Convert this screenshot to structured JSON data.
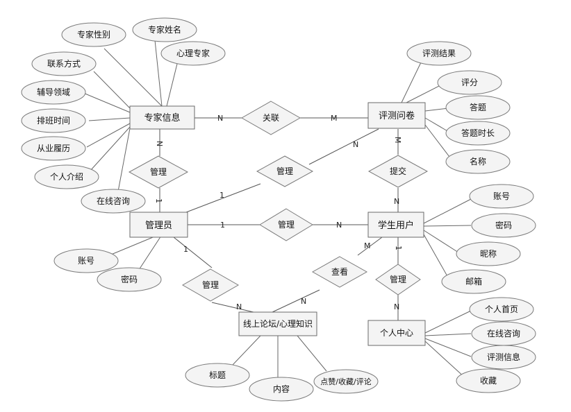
{
  "entities": {
    "expert": "专家信息",
    "admin": "管理员",
    "questionnaire": "评测问卷",
    "student": "学生用户",
    "forum": "线上论坛/心理知识",
    "personal_center": "个人中心"
  },
  "relationships": {
    "associate": "关联",
    "manage_expert": "管理",
    "manage_questionnaire": "管理",
    "manage_student": "管理",
    "manage_forum": "管理",
    "submit": "提交",
    "view": "查看",
    "manage_center": "管理"
  },
  "attributes": {
    "expert": [
      "专家性别",
      "专家姓名",
      "心理专家",
      "联系方式",
      "辅导领域",
      "排班时间",
      "从业履历",
      "个人介绍",
      "在线咨询"
    ],
    "admin": [
      "账号",
      "密码"
    ],
    "questionnaire": [
      "评测结果",
      "评分",
      "答题",
      "答题时长",
      "名称"
    ],
    "student": [
      "账号",
      "密码",
      "昵称",
      "邮箱"
    ],
    "forum": [
      "标题",
      "内容",
      "点赞/收藏/评论"
    ],
    "personal_center": [
      "个人首页",
      "在线咨询",
      "评测信息",
      "收藏"
    ]
  },
  "cardinalities": {
    "expert_associate": "N",
    "associate_questionnaire": "M",
    "expert_manage": "N",
    "manage_admin": "1",
    "admin_manage_q": "1",
    "manage_q_questionnaire": "N",
    "admin_manage_s": "1",
    "manage_s_student": "N",
    "admin_manage_f": "1",
    "manage_f_forum": "N",
    "questionnaire_submit": "M",
    "submit_student": "N",
    "forum_view": "N",
    "view_student": "M",
    "student_manage_c": "1",
    "manage_c_center": "N"
  }
}
